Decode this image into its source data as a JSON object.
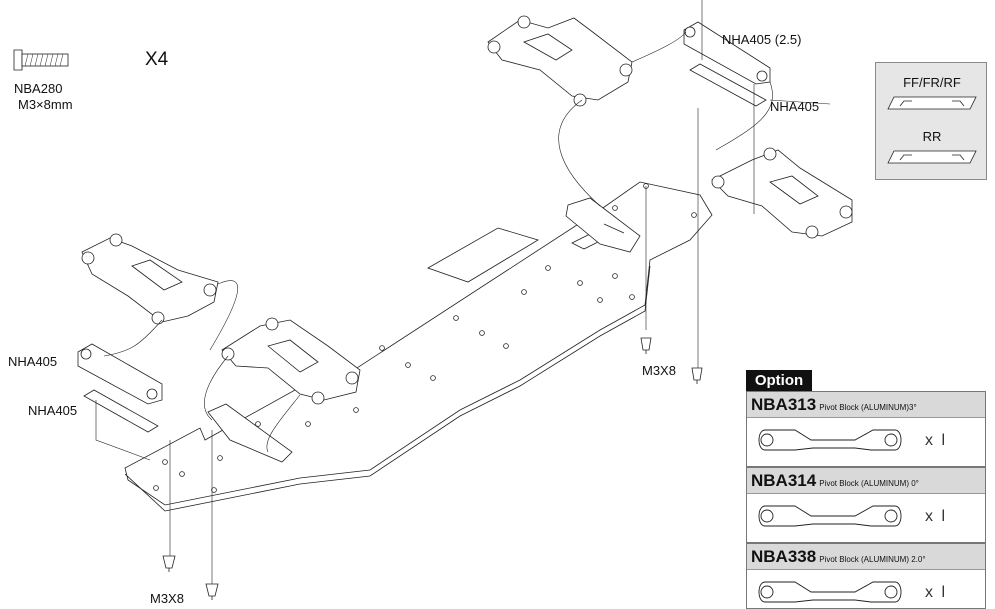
{
  "screw": {
    "part_no": "NBA280",
    "size": "M3×8mm",
    "qty": "X4",
    "icon": "countersunk-screw-icon"
  },
  "callouts": {
    "top_pivot": "NHA405 (2.5)",
    "top_shim": "NHA405",
    "left_pivot": "NHA405",
    "left_shim": "NHA405",
    "screw_right": "M3X8",
    "screw_left": "M3X8"
  },
  "shim_inset": {
    "label_front": "FF/FR/RF",
    "label_rear": "RR"
  },
  "option_panel": {
    "title": "Option",
    "items": [
      {
        "code": "NBA313",
        "desc": "Pivot Block (ALUMINUM)3°",
        "qty": "x l"
      },
      {
        "code": "NBA314",
        "desc": "Pivot Block (ALUMINUM) 0°",
        "qty": "x l"
      },
      {
        "code": "NBA338",
        "desc": "Pivot Block (ALUMINUM) 2.0°",
        "qty": "x l"
      }
    ]
  },
  "colors": {
    "line": "#222222",
    "panel_header": "#d9d9d9",
    "inset_bg": "#e6e6e6",
    "tag_bg": "#111111"
  }
}
